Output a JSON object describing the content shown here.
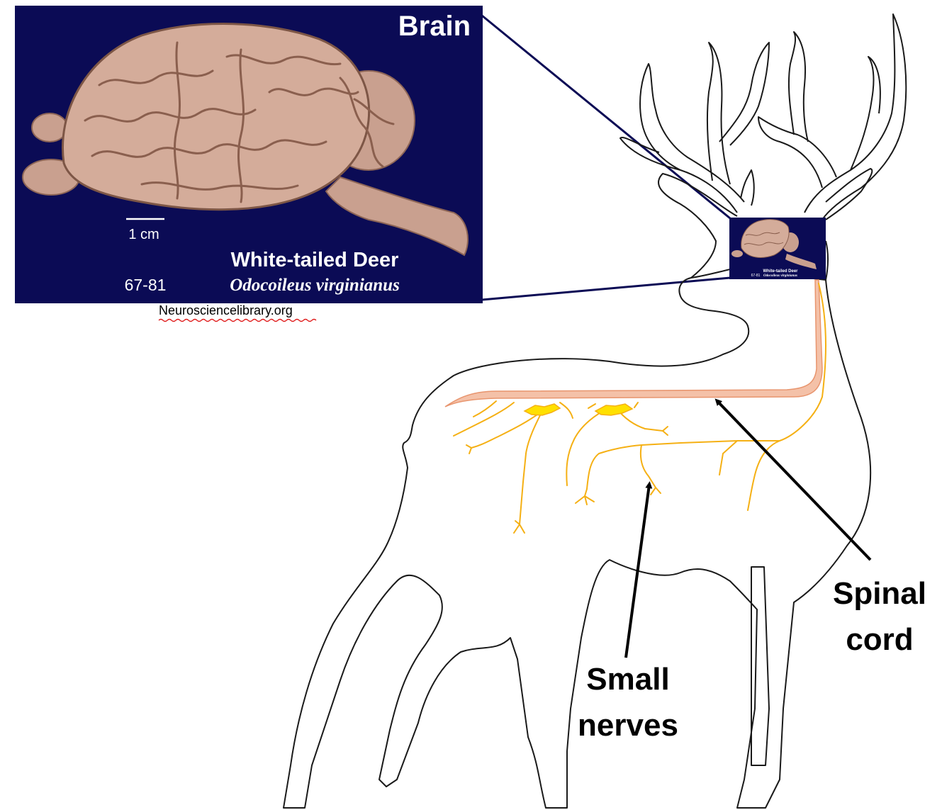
{
  "brain_panel": {
    "title": "Brain",
    "scale_label": "1 cm",
    "species_common": "White-tailed Deer",
    "specimen_id": "67-81",
    "species_latin": "Odocoileus virginianus"
  },
  "thumbnail": {
    "species_common": "White-tailed Deer",
    "specimen_id": "67-81",
    "species_latin": "Odocoileus virginianus"
  },
  "source_credit": "Neurosciencelibrary.org",
  "labels": {
    "spinal_cord_line1": "Spinal",
    "spinal_cord_line2": "cord",
    "small_nerves_line1": "Small",
    "small_nerves_line2": "nerves"
  },
  "colors": {
    "panel_background": "#0b0b55",
    "brain_tissue": "#c9a08f",
    "spinal_cord_fill": "#f4c1a8",
    "spinal_cord_stroke": "#e8956e",
    "nerve_color": "#f5b014",
    "ganglion_color": "#ffe000",
    "outline": "#1a1a1a"
  }
}
